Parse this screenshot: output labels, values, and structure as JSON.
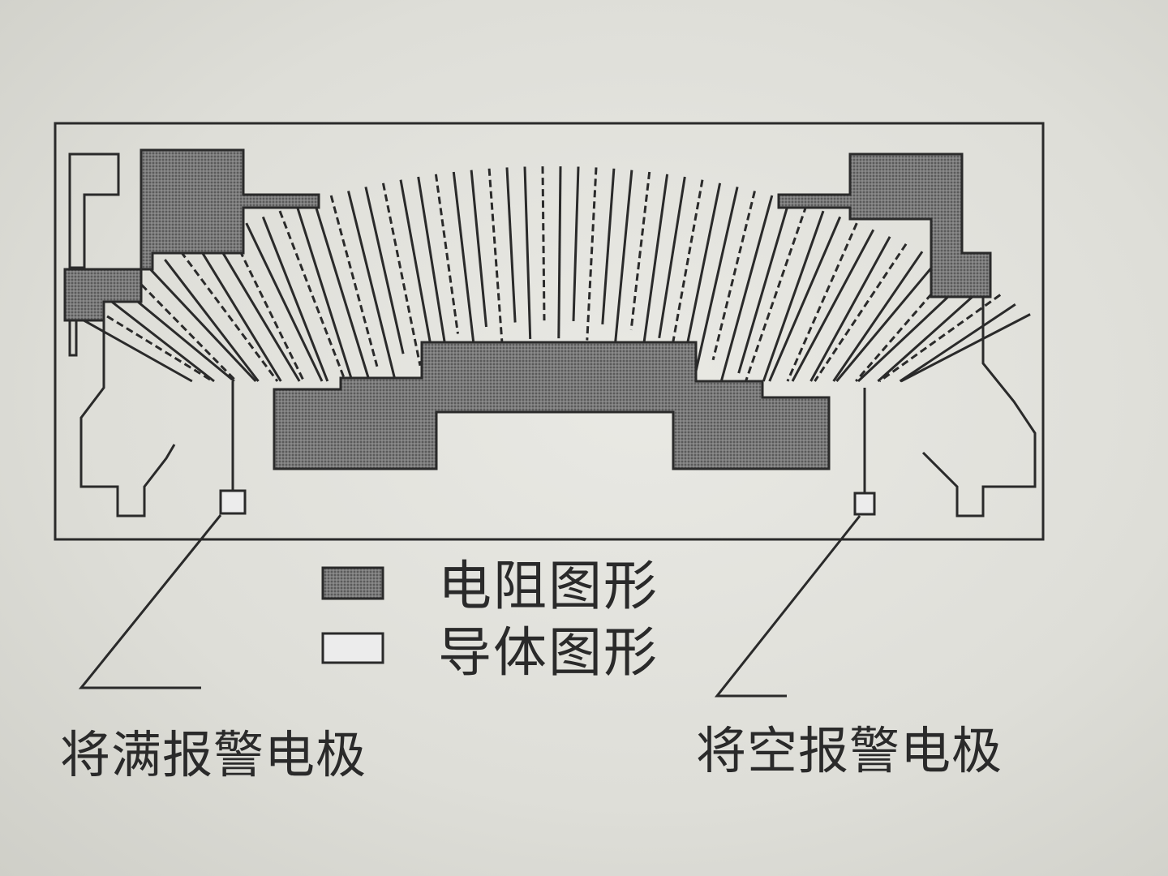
{
  "diagram": {
    "legend": {
      "resistor": {
        "label": "电阻图形",
        "swatch_color": "#6e6e6e"
      },
      "conductor": {
        "label": "导体图形",
        "swatch_color": "#ececec"
      }
    },
    "callouts": {
      "full_alarm": "将满报警电极",
      "empty_alarm": "将空报警电极"
    },
    "colors": {
      "ink": "#2a2a2a",
      "resistor_fill": "#6e6e6e",
      "paper": "#e6e6e0"
    }
  }
}
